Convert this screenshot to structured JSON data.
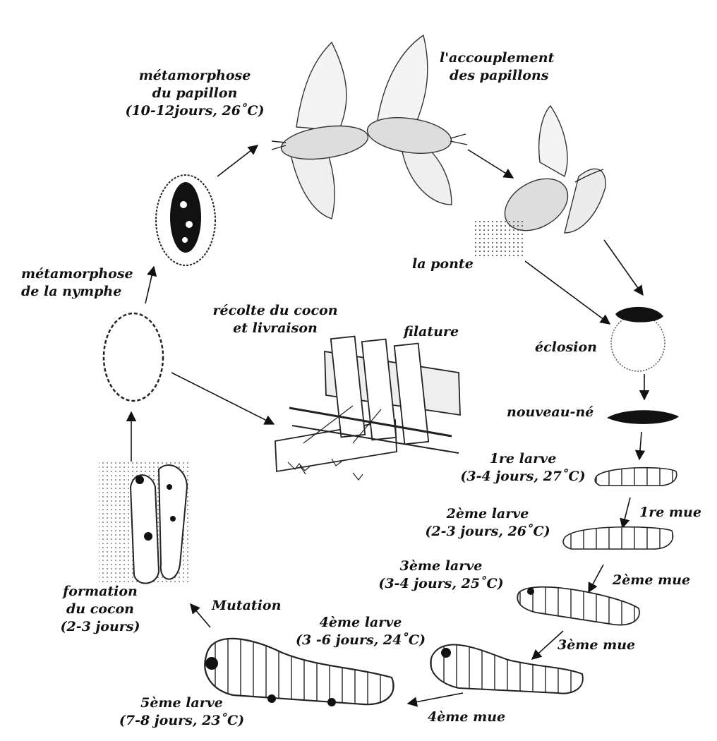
{
  "colors": {
    "ink": "#111111",
    "paper": "#ffffff",
    "shade": "#555555"
  },
  "labels": {
    "metamorphose_papillon": [
      "métamorphose",
      "du papillon",
      "(10-12jours, 26˚C)"
    ],
    "accouplement": [
      "l'accouplement",
      "des papillons"
    ],
    "ponte": "la ponte",
    "eclosion": "éclosion",
    "nouveau_ne": "nouveau-né",
    "larve1": [
      "1re larve",
      "(3-4 jours, 27˚C)"
    ],
    "mue1": "1re mue",
    "larve2": [
      "2ème larve",
      "(2-3 jours, 26˚C)"
    ],
    "mue2": "2ème mue",
    "larve3": [
      "3ème larve",
      "(3-4 jours, 25˚C)"
    ],
    "mue3": "3ème mue",
    "larve4": [
      "4ème larve",
      "(3 -6 jours, 24˚C)"
    ],
    "mue4": "4ème mue",
    "larve5": [
      "5ème larve",
      "(7-8 jours, 23˚C)"
    ],
    "mutation": "Mutation",
    "formation_cocon": [
      "formation",
      "du cocon",
      "(2-3 jours)"
    ],
    "metamorphose_nymphe": [
      "métamorphose",
      "de la nymphe"
    ],
    "recolte": [
      "récolte du cocon",
      "et livraison"
    ],
    "filature": "filature"
  }
}
